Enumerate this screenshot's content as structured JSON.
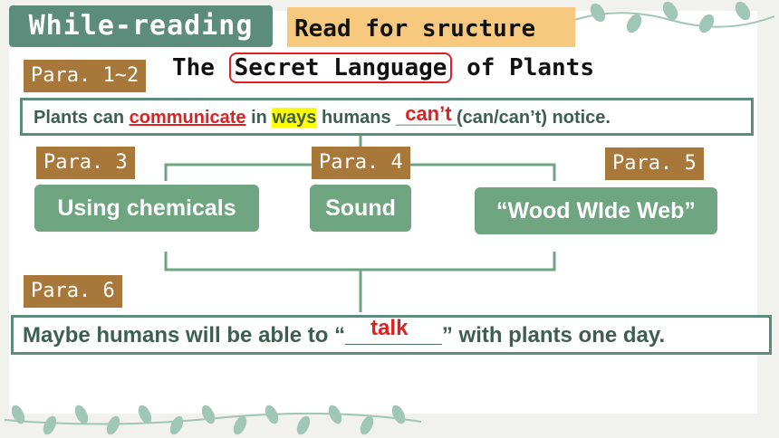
{
  "header": {
    "title": "While-reading",
    "subtitle": "Read for sructure"
  },
  "para_labels": [
    "Para. 1~2",
    "Para. 3",
    "Para. 4",
    "Para. 5",
    "Para. 6"
  ],
  "heading": {
    "before": "The",
    "boxed": "Secret Language",
    "after": "of Plants"
  },
  "sentence1": {
    "p1": "Plants can",
    "answer1": "communicate",
    "p2": "in",
    "highlight": "ways",
    "p3": "humans",
    "answer2": "can’t",
    "p4": "(can/can’t) notice."
  },
  "boxes": [
    "Using chemicals",
    "Sound",
    "“Wood WIde Web”"
  ],
  "sentence2": {
    "p1": "Maybe humans will be able to “",
    "answer": "talk",
    "p2": "” with plants one day."
  },
  "colors": {
    "teal": "#5b8c7c",
    "green": "#6fa580",
    "brown": "#a8773a",
    "orange": "#f7c97e",
    "red": "#e02020"
  }
}
